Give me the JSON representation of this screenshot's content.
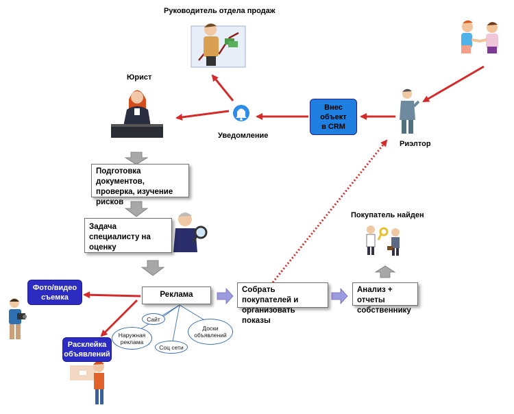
{
  "nodes": {
    "head_of_sales": "Руководитель отдела продаж",
    "lawyer": "Юрист",
    "notification": "Уведомление",
    "enter_crm": "Внес объект в CRM",
    "realtor": "Риэлтор",
    "prepare_docs": "Подготовка документов, проверка, изучение рисков",
    "appraisal_task": "Задача специалисту на оценку",
    "advertising": "Реклама",
    "gather_buyers": "Собрать покупателей и организовать показы",
    "analysis": "Анализ + отчеты собственнику",
    "buyer_found": "Покупатель найден",
    "photo_video": "Фото/видео съемка",
    "posting": "Расклейка объявлений"
  },
  "channels": {
    "site": "Сайт",
    "outdoor": "Наружная реклама",
    "social": "Соц сети",
    "boards": "Доски объявлений"
  },
  "colors": {
    "arrow_red": "#d42a2a",
    "blue_fill": "#1e7fe0",
    "navy_fill": "#2c2cc2",
    "gray_arrow": "#a8a8a8",
    "purple_arrow": "#9d9be0",
    "bell": "#2e8de8"
  },
  "icons": [
    "handshake-people-icon",
    "businessman-money-icon",
    "lawyer-woman-icon",
    "bell-icon",
    "realtor-man-icon",
    "magnifier-detective-icon",
    "buyer-keys-icon",
    "photographer-icon",
    "poster-boy-icon"
  ]
}
